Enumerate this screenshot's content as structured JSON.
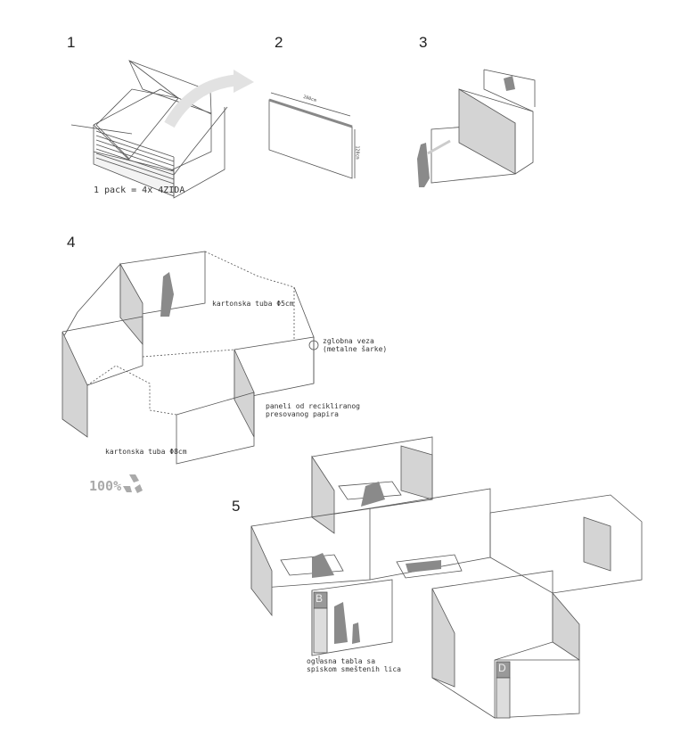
{
  "steps": [
    "1",
    "2",
    "3",
    "4",
    "5"
  ],
  "step1": {
    "caption": "1 pack = 4x 4ZIDA"
  },
  "step2": {
    "width_label": "200cm",
    "height_label": "120cm"
  },
  "step4": {
    "tube_small": "kartonska tuba Φ5cm",
    "hinge": [
      "zglobna veza",
      "(metalne šarke)"
    ],
    "panels": [
      "paneli od recikliranog",
      "presovanog papira"
    ],
    "tube_large": "kartonska tuba Φ8cm",
    "recycle_percent": "100%"
  },
  "step5": {
    "board_labels": [
      "B",
      "D"
    ],
    "notice": [
      "oglasna tabla sa",
      "spiskom smeštenih lica"
    ]
  },
  "colors": {
    "line": "#555555",
    "fill": "#cfcfcf",
    "figure": "#8a8a8a",
    "arrow": "#e2e2e2"
  }
}
